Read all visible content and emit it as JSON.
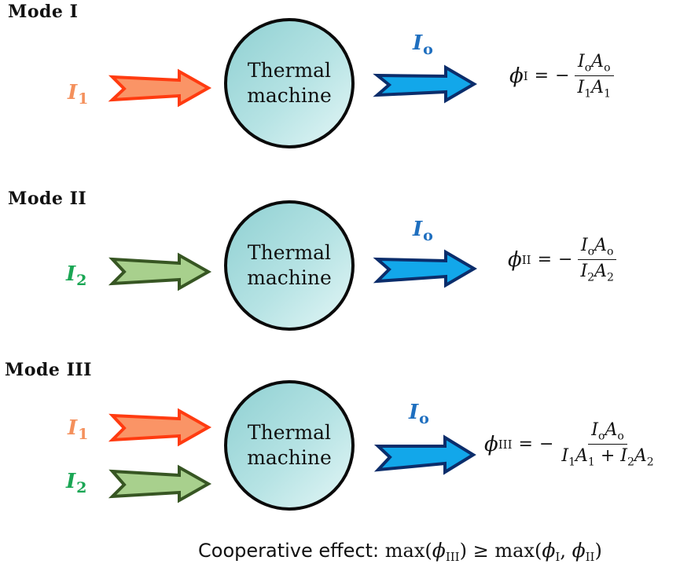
{
  "modes": [
    {
      "label": "Mode  I",
      "machine_text": [
        "Thermal",
        "machine"
      ],
      "inputs": [
        {
          "symbol": "I",
          "subscript": "1",
          "color": "#f4905c",
          "arrow_fill": "#fa9466",
          "arrow_stroke": "#ff3b10"
        }
      ],
      "output": {
        "symbol": "I",
        "subscript": "o",
        "color": "#1f6fbf",
        "arrow_fill": "#12a7ea",
        "arrow_stroke": "#0b2d6b"
      },
      "equation": {
        "lhs": "ϕ",
        "lhs_sub": "I",
        "equals": "=",
        "minus": "−",
        "numerator": "IoAo",
        "denominator": "I1A1"
      }
    },
    {
      "label": "Mode  II",
      "machine_text": [
        "Thermal",
        "machine"
      ],
      "inputs": [
        {
          "symbol": "I",
          "subscript": "2",
          "color": "#1aa654",
          "arrow_fill": "#a8d08d",
          "arrow_stroke": "#375623"
        }
      ],
      "output": {
        "symbol": "I",
        "subscript": "o",
        "color": "#1f6fbf",
        "arrow_fill": "#12a7ea",
        "arrow_stroke": "#0b2d6b"
      },
      "equation": {
        "lhs": "ϕ",
        "lhs_sub": "II",
        "equals": "=",
        "minus": "−",
        "numerator": "IoAo",
        "denominator": "I2A2"
      }
    },
    {
      "label": "Mode  III",
      "machine_text": [
        "Thermal",
        "machine"
      ],
      "inputs": [
        {
          "symbol": "I",
          "subscript": "1",
          "color": "#f4905c",
          "arrow_fill": "#fa9466",
          "arrow_stroke": "#ff3b10"
        },
        {
          "symbol": "I",
          "subscript": "2",
          "color": "#1aa654",
          "arrow_fill": "#a8d08d",
          "arrow_stroke": "#375623"
        }
      ],
      "output": {
        "symbol": "I",
        "subscript": "o",
        "color": "#1f6fbf",
        "arrow_fill": "#12a7ea",
        "arrow_stroke": "#0b2d6b"
      },
      "equation": {
        "lhs": "ϕ",
        "lhs_sub": "III",
        "equals": "=",
        "minus": "−",
        "numerator": "IoAo",
        "denominator": "I1A1 + I2A2"
      }
    }
  ],
  "footer": {
    "label": "Cooperative effect:",
    "expression": "max(ϕIII) ≥ max(ϕI, ϕII)",
    "max": "max",
    "phi": "ϕ",
    "geq": "≥",
    "sub_iii": "III",
    "sub_i": "I",
    "sub_ii": "II"
  }
}
